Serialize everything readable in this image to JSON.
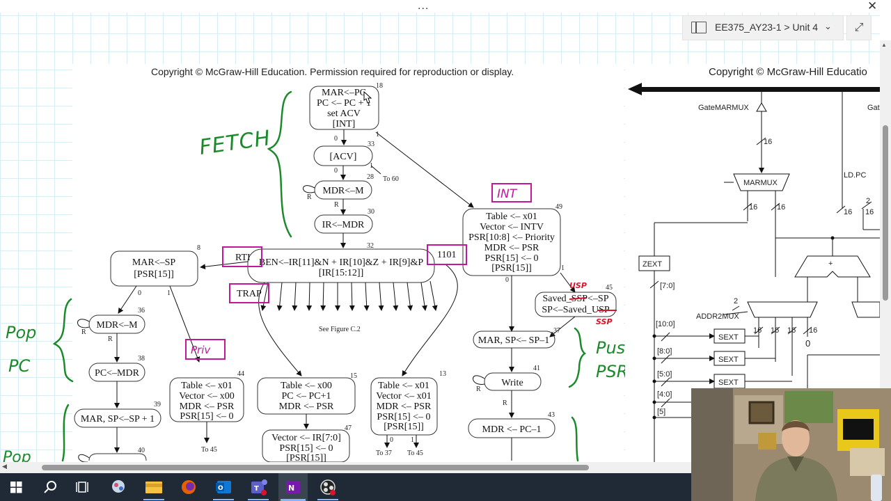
{
  "app": {
    "menu_dots": "...",
    "close_glyph": "✕",
    "notebook_label": "EE375_AY23-1 > Unit 4",
    "chevron_glyph": "⌄",
    "expand_glyph": "⤢"
  },
  "slides": {
    "copyright_left": "Copyright © McGraw-Hill Education. Permission required for reproduction or display.",
    "copyright_right": "Copyright © McGraw-Hill Educatio"
  },
  "flowchart": {
    "states": [
      {
        "num": "18",
        "lines": [
          "MAR<–PC",
          "PC <– PC + 1",
          "set ACV",
          "[INT]"
        ]
      },
      {
        "num": "33",
        "lines": [
          "[ACV]"
        ]
      },
      {
        "num": "28",
        "lines": [
          "MDR<–M"
        ]
      },
      {
        "num": "30",
        "lines": [
          "IR<–MDR"
        ]
      },
      {
        "num": "32",
        "lines": [
          "BEN<–IR[11]&N + IR[10]&Z + IR[9]&P",
          "[IR[15:12]]"
        ]
      },
      {
        "num": "49",
        "lines": [
          "Table <– x01",
          "Vector <– INTV",
          "PSR[10:8] <– Priority",
          "MDR <– PSR",
          "PSR[15] <– 0",
          "[PSR[15]]"
        ]
      },
      {
        "num": "8",
        "lines": [
          "MAR<–SP",
          "[PSR[15]]"
        ]
      },
      {
        "num": "45",
        "lines": [
          "Saved_SSP<–SP",
          "SP<–Saved_USP"
        ]
      },
      {
        "num": "36",
        "lines": [
          "MDR<–M"
        ]
      },
      {
        "num": "37",
        "lines": [
          "MAR, SP<– SP–1"
        ]
      },
      {
        "num": "38",
        "lines": [
          "PC<–MDR"
        ]
      },
      {
        "num": "41",
        "lines": [
          "Write"
        ]
      },
      {
        "num": "39",
        "lines": [
          "MAR, SP<–SP + 1"
        ]
      },
      {
        "num": "44",
        "lines": [
          "Table <– x01",
          "Vector <– x00",
          "MDR <– PSR",
          "PSR[15] <– 0"
        ]
      },
      {
        "num": "15",
        "lines": [
          "Table <– x00",
          "PC <– PC+1",
          "MDR <– PSR"
        ]
      },
      {
        "num": "13",
        "lines": [
          "Table <– x01",
          "Vector <– x01",
          "MDR <– PSR",
          "PSR[15] <– 0",
          "[PSR[15]]"
        ]
      },
      {
        "num": "47",
        "lines": [
          "Vector <– IR[7:0]",
          "PSR[15] <– 0",
          "[PSR[15]]"
        ]
      },
      {
        "num": "43",
        "lines": [
          "MDR <– PC–1"
        ]
      },
      {
        "num": "40",
        "lines": [
          ""
        ]
      }
    ],
    "small_labels": {
      "to60": "To 60",
      "to45a": "To 45",
      "to37": "To 37",
      "to45b": "To 45",
      "see_fig": "See Figure C.2",
      "r": "R",
      "zero": "0",
      "one": "1"
    },
    "boxed_labels": {
      "rti": "RTI",
      "trap": "TRAP",
      "op1101": "1101"
    }
  },
  "annotations": {
    "fetch": "FETCH",
    "int": "INT",
    "priv": "Priv",
    "pop": "Pop",
    "pc": "PC",
    "pop2": "Pop",
    "push": "Push",
    "psr": "PSR",
    "usp": "USP",
    "ssp": "SSP",
    "colors": {
      "green": "#1a8a2a",
      "magenta": "#c0189a",
      "red": "#d8142c"
    }
  },
  "datapath": {
    "labels": {
      "gatemarmux": "GateMARMUX",
      "gate": "Gat",
      "marmux": "MARMUX",
      "ldpc": "LD.PC",
      "zext": "ZEXT",
      "addr2mux": "ADDR2MUX",
      "sext": "SEXT",
      "b16": "16",
      "b2": "2",
      "zero": "0",
      "plus": "+",
      "r70": "[7:0]",
      "r100": "[10:0]",
      "r80": "[8:0]",
      "r50": "[5:0]",
      "r40": "[4:0]",
      "r5": "[5]"
    }
  },
  "taskbar": {
    "apps": [
      "start",
      "search",
      "task-view",
      "snipping-tool",
      "file-explorer",
      "firefox",
      "outlook",
      "teams",
      "onenote",
      "obs"
    ]
  }
}
